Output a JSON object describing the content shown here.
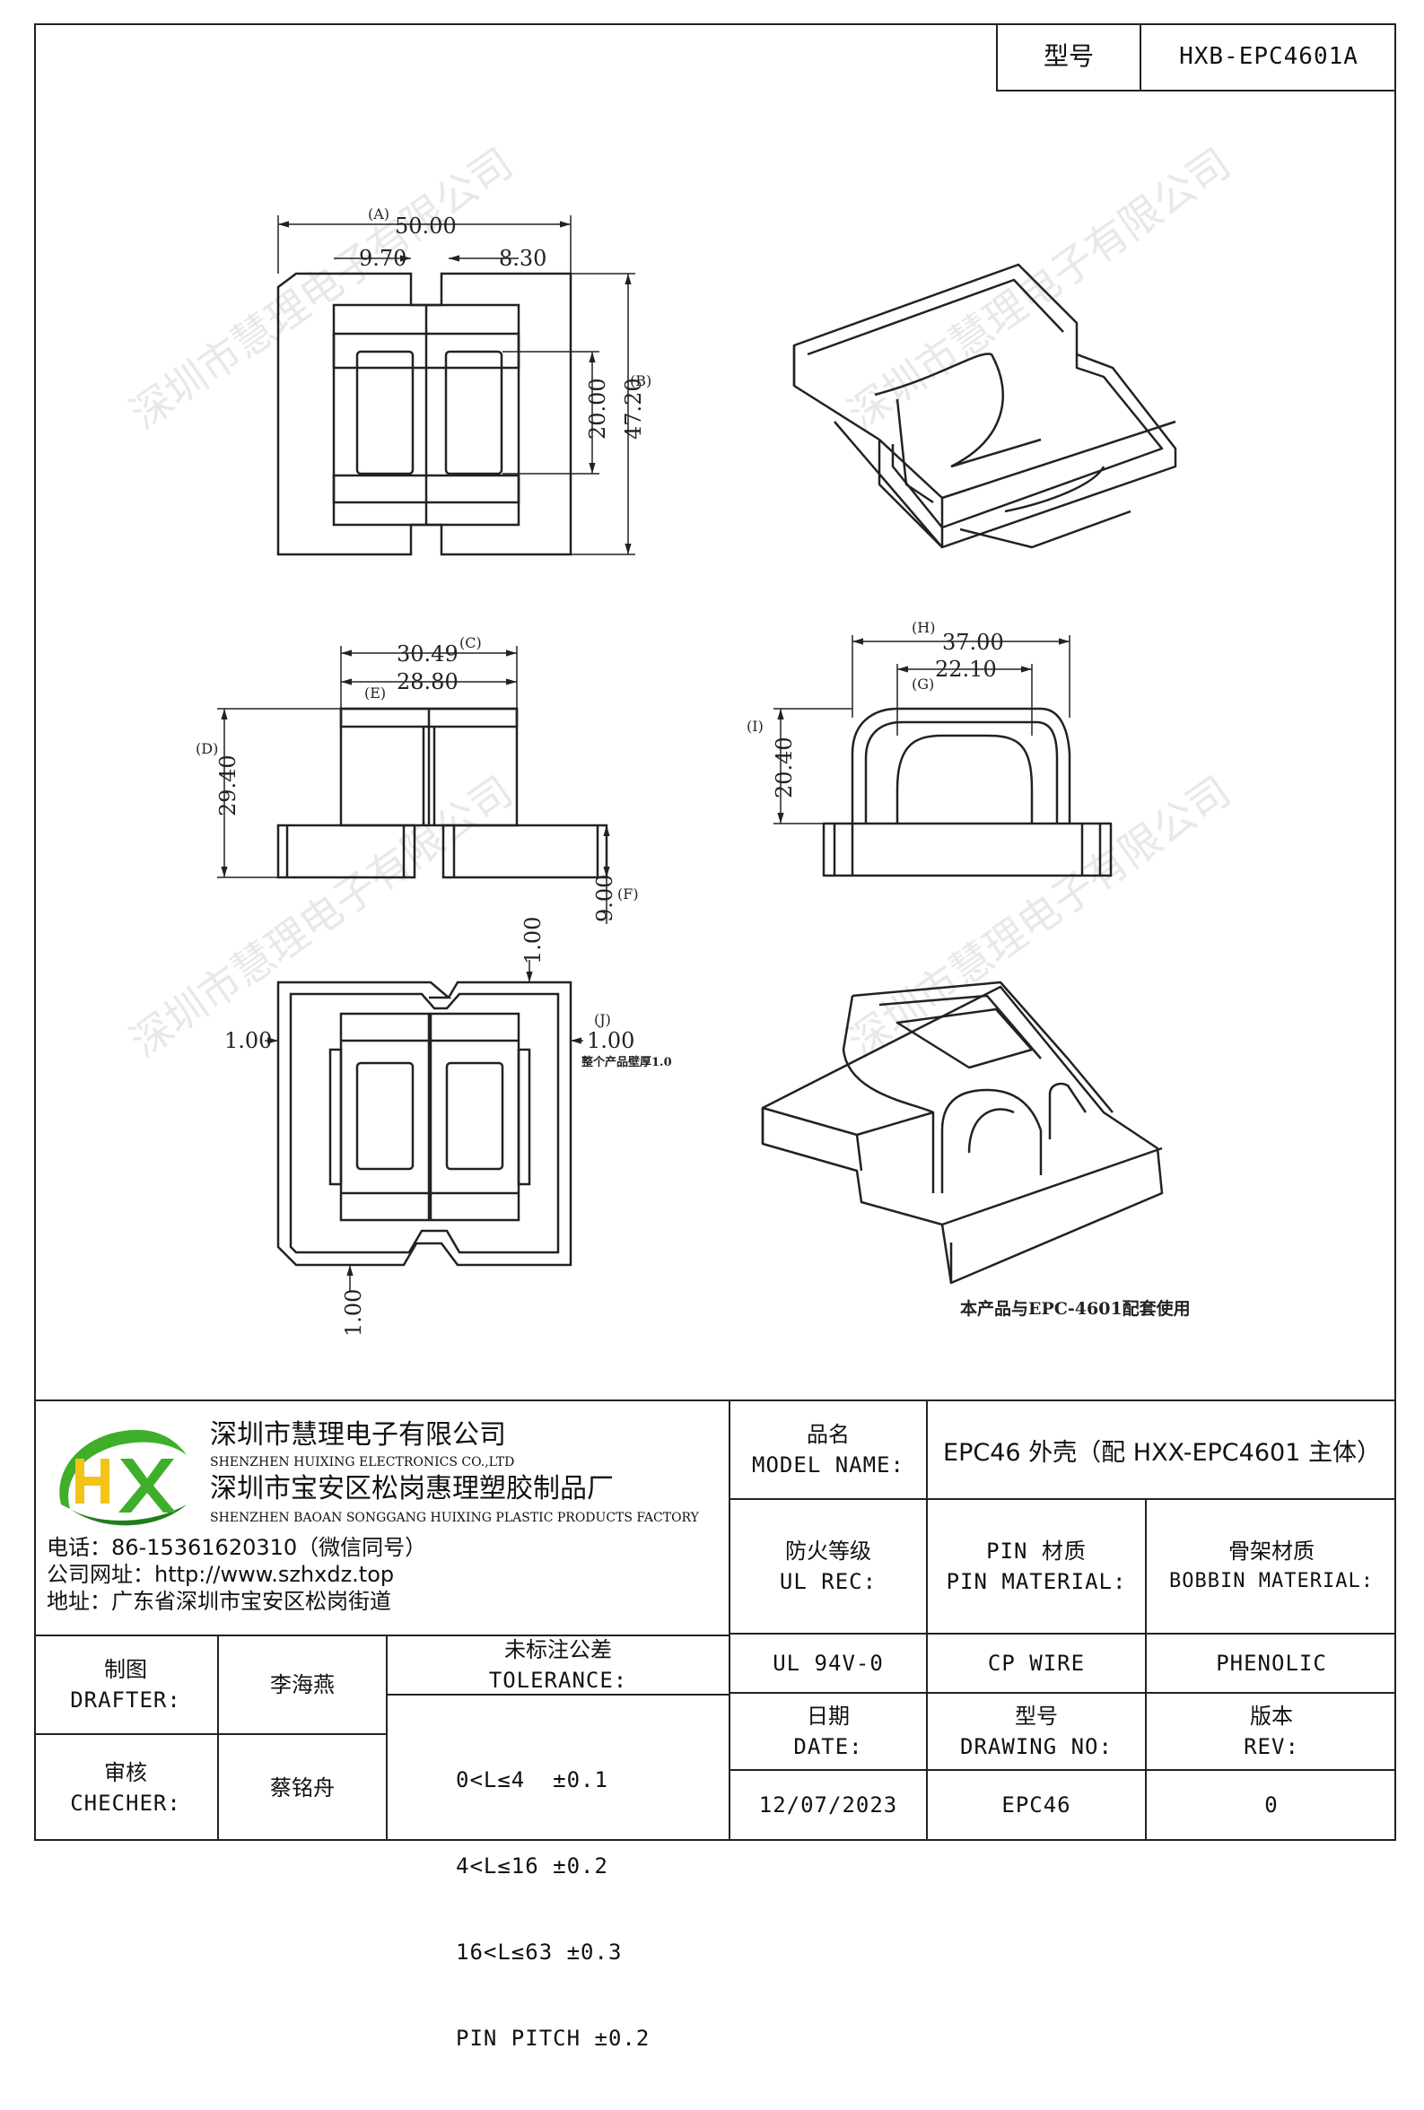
{
  "model_box": {
    "label": "型号",
    "value": "HXB-EPC4601A"
  },
  "watermark": "深圳市慧理电子有限公司",
  "top_view": {
    "dim_a": "50.00",
    "dim_a_tag": "(A)",
    "dim_left": "9.70",
    "dim_right": "8.30",
    "dim_inner": "20.00",
    "dim_b": "47.20",
    "dim_b_tag": "(B)"
  },
  "front_view": {
    "dim_c": "30.49",
    "dim_c_tag": "(C)",
    "dim_e": "28.80",
    "dim_e_tag": "(E)",
    "dim_d": "29.40",
    "dim_d_tag": "(D)",
    "dim_f": "9.00",
    "dim_f_tag": "(F)"
  },
  "side_view": {
    "dim_h": "37.00",
    "dim_h_tag": "(H)",
    "dim_g": "22.10",
    "dim_g_tag": "(G)",
    "dim_i": "20.40",
    "dim_i_tag": "(I)"
  },
  "bottom_view": {
    "dim_top": "1.00",
    "dim_left": "1.00",
    "dim_j": "1.00",
    "dim_j_tag": "(J)",
    "dim_bottom": "1.00",
    "wall_note": "整个产品壁厚1.0"
  },
  "usage_note": "本产品与EPC-4601配套使用",
  "company": {
    "name_cn": "深圳市慧理电子有限公司",
    "name_en": "SHENZHEN HUIXING ELECTRONICS CO.,LTD",
    "factory_cn": "深圳市宝安区松岗惠理塑胶制品厂",
    "factory_en": "SHENZHEN BAOAN SONGGANG HUIXING PLASTIC PRODUCTS FACTORY",
    "phone": "电话：86-15361620310（微信同号）",
    "website": "公司网址：http://www.szhxdz.top",
    "address": "地址：广东省深圳市宝安区松岗街道",
    "logo_text": "HX",
    "logo_colors": {
      "green": "#3fae2a",
      "yellow": "#f2c418",
      "dark_green": "#1f7d1f"
    }
  },
  "title_block": {
    "model_name_label_cn": "品名",
    "model_name_label_en": "MODEL NAME:",
    "model_name_value": "EPC46 外壳（配 HXX-EPC4601 主体）",
    "fire_label_cn": "防火等级",
    "fire_label_en": "UL REC:",
    "pin_label_cn": "PIN 材质",
    "pin_label_en": "PIN MATERIAL:",
    "bobbin_label_cn": "骨架材质",
    "bobbin_label_en": "BOBBIN MATERIAL:",
    "fire_value": "UL 94V-0",
    "pin_value": "CP WIRE",
    "bobbin_value": "PHENOLIC",
    "date_label_cn": "日期",
    "date_label_en": "DATE:",
    "drawing_label_cn": "型号",
    "drawing_label_en": "DRAWING NO:",
    "rev_label_cn": "版本",
    "rev_label_en": "REV:",
    "date_value": "12/07/2023",
    "drawing_value": "EPC46",
    "rev_value": "0",
    "drafter_label_cn": "制图",
    "drafter_label_en": "DRAFTER:",
    "drafter_value": "李海燕",
    "checker_label_cn": "审核",
    "checker_label_en": "CHECHER:",
    "checker_value": "蔡铭舟",
    "tolerance_label_cn": "未标注公差",
    "tolerance_label_en": "TOLERANCE:",
    "tolerance_lines": [
      "0<L≤4  ±0.1",
      "4<L≤16 ±0.2",
      "16<L≤63 ±0.3",
      "PIN PITCH ±0.2"
    ]
  }
}
